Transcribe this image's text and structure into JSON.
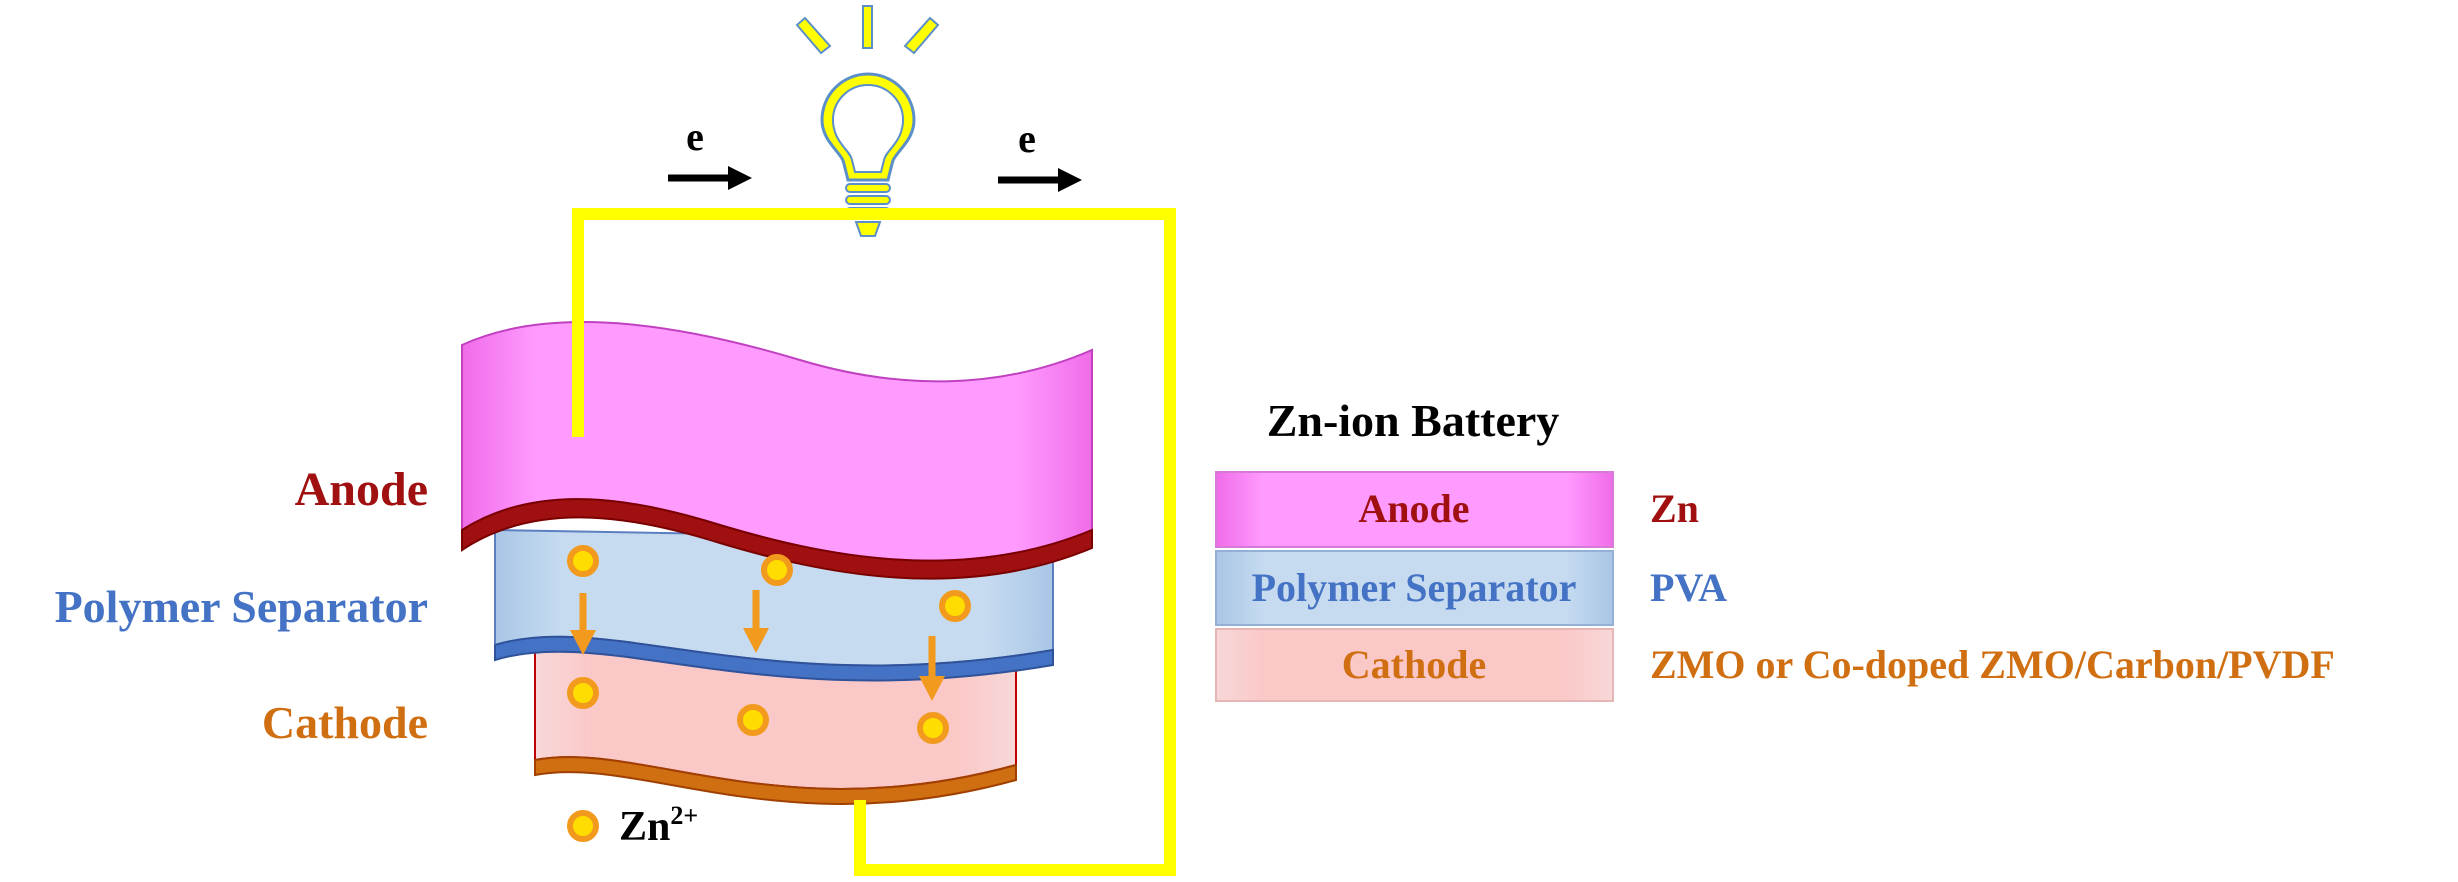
{
  "colors": {
    "anode": "#a01010",
    "separator": "#4472c4",
    "cathode": "#d06f12",
    "wire": "#ffff00",
    "ion_fill": "#ffdd00",
    "ion_stroke": "#f29a1d",
    "arrow_down": "#f29a1d"
  },
  "icons": [
    "light-bulb-icon",
    "electron-arrow-icon",
    "zn-ion-icon"
  ],
  "circuit": {
    "electron_left": "e",
    "electron_right": "e"
  },
  "layers": {
    "anode": "Anode",
    "separator": "Polymer Separator",
    "cathode": "Cathode"
  },
  "legend": {
    "ion_symbol": "Zn",
    "ion_charge": "2+"
  },
  "table": {
    "title": "Zn-ion Battery",
    "rows": [
      {
        "component": "Anode",
        "material": "Zn"
      },
      {
        "component": "Polymer Separator",
        "material": "PVA"
      },
      {
        "component": "Cathode",
        "material": "ZMO or Co-doped ZMO/Carbon/PVDF"
      }
    ]
  }
}
